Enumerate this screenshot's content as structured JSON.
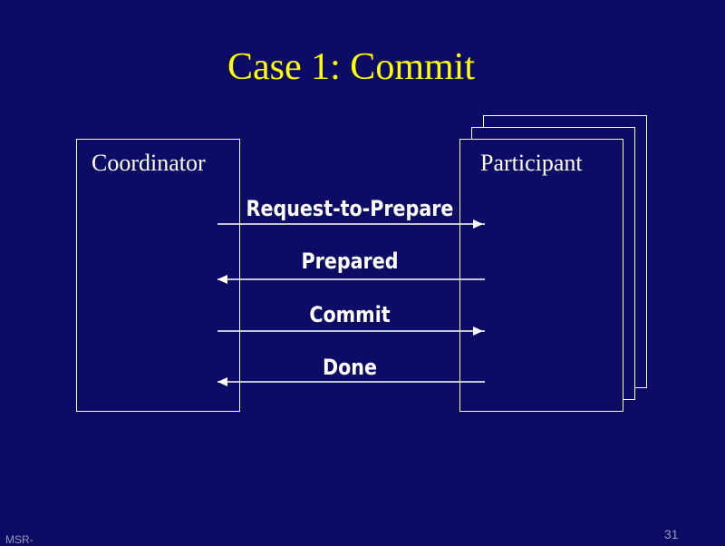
{
  "slide": {
    "title": "Case 1: Commit",
    "footer_left": "MSR-",
    "footer_right": "31"
  },
  "diagram": {
    "left_box": {
      "label": "Coordinator"
    },
    "right_box": {
      "label": "Participant",
      "stack_count": 3
    },
    "messages": [
      {
        "label": "Request-to-Prepare",
        "direction": "coordinator-to-participant"
      },
      {
        "label": "Prepared",
        "direction": "participant-to-coordinator"
      },
      {
        "label": "Commit",
        "direction": "coordinator-to-participant"
      },
      {
        "label": "Done",
        "direction": "participant-to-coordinator"
      }
    ]
  },
  "colors": {
    "background": "#0c0c66",
    "title": "#ffff00",
    "foreground": "#ffffff"
  }
}
